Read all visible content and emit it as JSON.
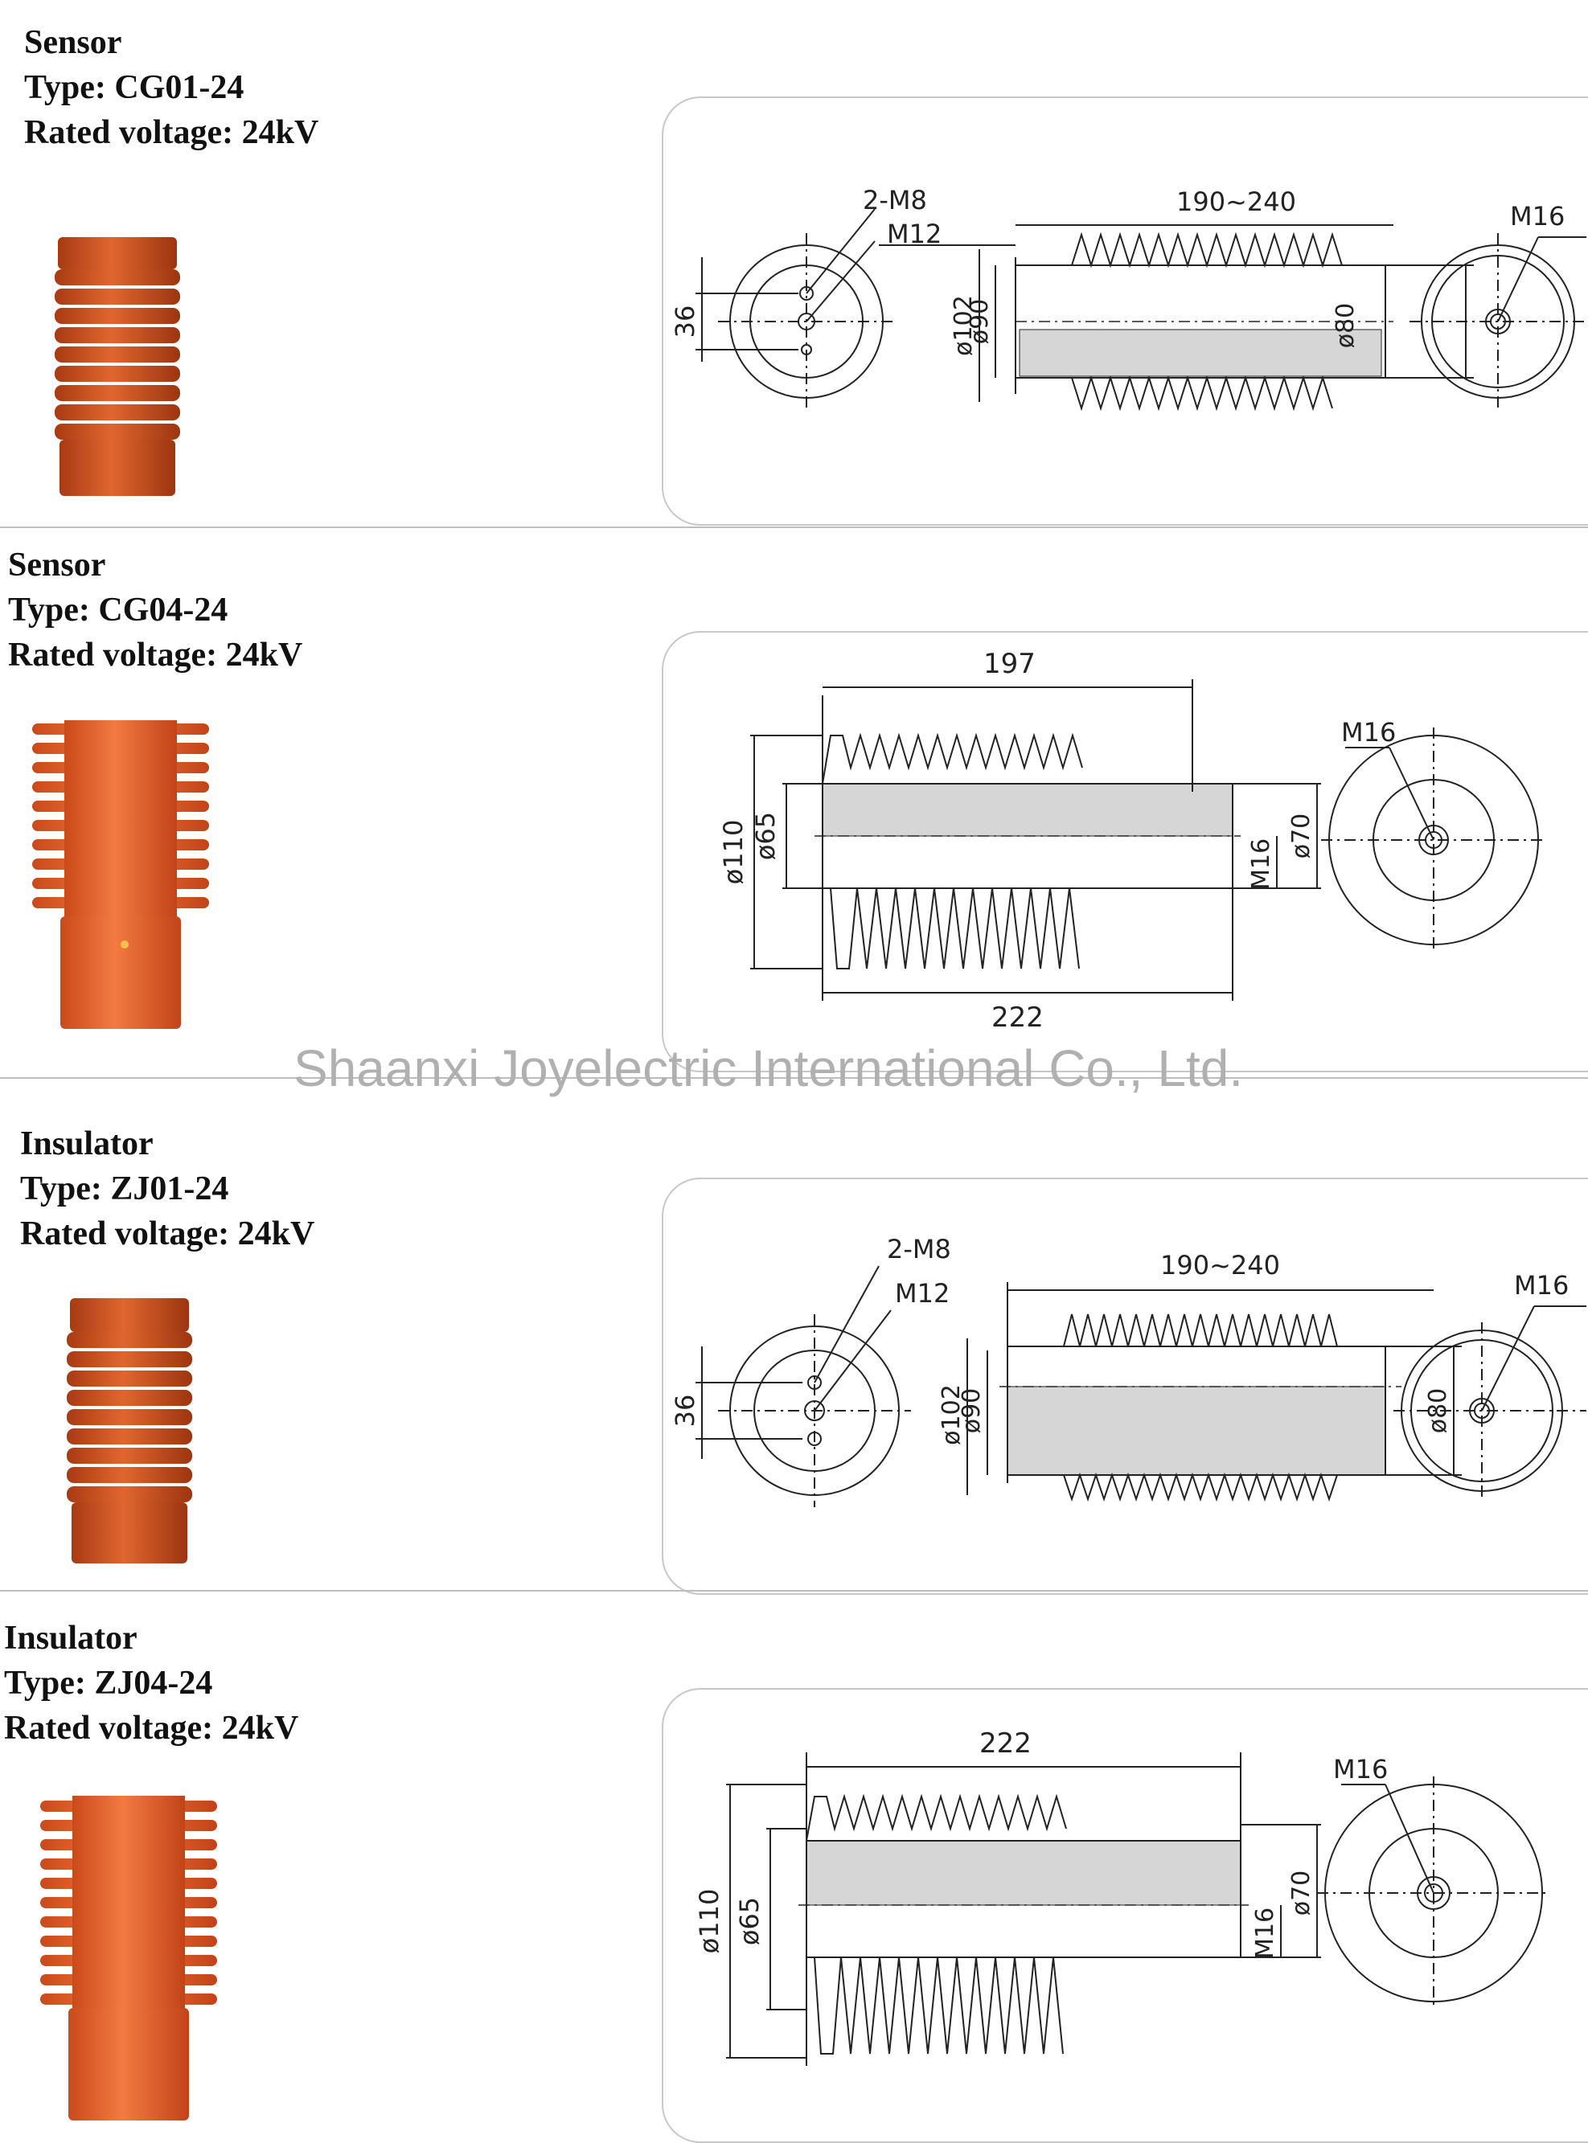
{
  "products": [
    {
      "category": "Sensor",
      "type_line": "Type: CG01-24",
      "voltage_line": "Rated voltage: 24kV",
      "dims": {
        "end_holes": "2-M8",
        "center_thread": "M12",
        "pitch": "36",
        "length": "190~240",
        "outer_dia": "ø102",
        "body_dia": "ø90",
        "end_dia": "ø80",
        "end_thread": "M16"
      }
    },
    {
      "category": "Sensor",
      "type_line": "Type: CG04-24",
      "voltage_line": "Rated voltage: 24kV",
      "dims": {
        "top_length": "197",
        "bottom_length": "222",
        "outer_dia": "ø110",
        "inner_dia": "ø65",
        "end_thread": "M16",
        "end_dia": "ø70",
        "end_thread_top": "M16"
      }
    },
    {
      "category": "Insulator",
      "type_line": "Type: ZJ01-24",
      "voltage_line": "Rated voltage: 24kV",
      "dims": {
        "end_holes": "2-M8",
        "center_thread": "M12",
        "pitch": "36",
        "length": "190~240",
        "outer_dia": "ø102",
        "body_dia": "ø90",
        "end_dia": "ø80",
        "end_thread": "M16"
      }
    },
    {
      "category": "Insulator",
      "type_line": "Type: ZJ04-24",
      "voltage_line": "Rated voltage: 24kV",
      "dims": {
        "length": "222",
        "outer_dia": "ø110",
        "inner_dia": "ø65",
        "end_thread": "M16",
        "end_dia": "ø70",
        "end_thread_top": "M16"
      }
    }
  ],
  "watermark": "Shaanxi Joyelectric International Co., Ltd.",
  "colors": {
    "epoxy_dark": "#c24e1f",
    "epoxy_light": "#e86a35",
    "line": "#222222",
    "frame": "#c8c8c8"
  }
}
